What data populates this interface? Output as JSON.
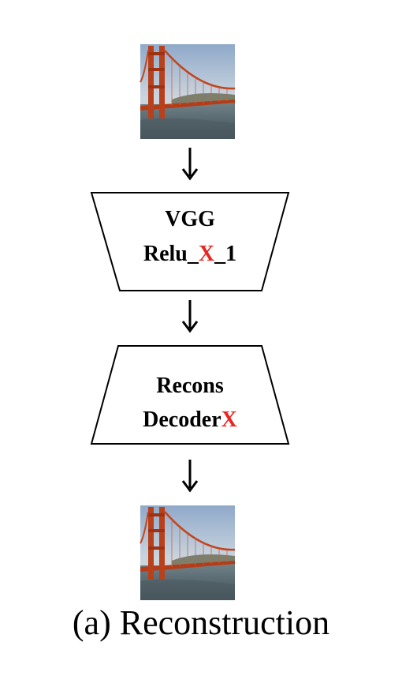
{
  "diagram": {
    "input_image_label": "input-photo",
    "encoder": {
      "line1": "VGG",
      "line2_prefix": "Relu_",
      "line2_var": "X",
      "line2_suffix": "_1"
    },
    "decoder": {
      "line1": "Recons",
      "line2_prefix": "Decoder",
      "line2_var": "X"
    },
    "output_image_label": "reconstructed-photo",
    "caption": "(a) Reconstruction",
    "colors": {
      "highlight": "#e8251f",
      "stroke": "#000000",
      "sky": "#a9bfd8",
      "bridge": "#c2451e",
      "water": "#5e6f78"
    }
  }
}
